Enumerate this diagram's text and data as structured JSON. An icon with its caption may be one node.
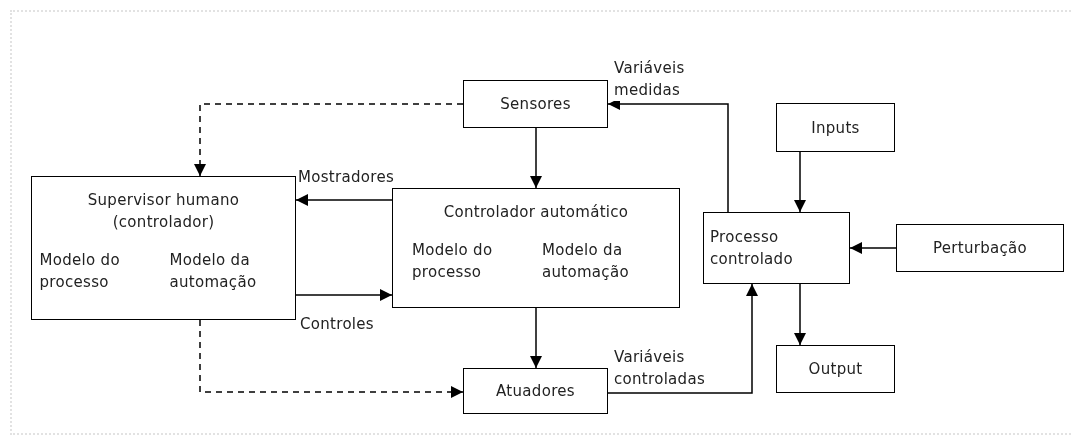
{
  "diagram": {
    "nodes": [
      {
        "text": [
          "Sensores"
        ]
      },
      {
        "text": [
          "Supervisor humano (controlador)",
          "Modelo do processo",
          "Modelo da automação"
        ]
      },
      {
        "text": [
          "Controlador automático",
          "Modelo do processo",
          "Modelo da automação"
        ]
      },
      {
        "text": [
          "Atuadores"
        ]
      },
      {
        "text": [
          "Inputs"
        ]
      },
      {
        "text": [
          "Processo controlado"
        ]
      },
      {
        "text": [
          "Perturbação"
        ]
      },
      {
        "text": [
          "Output"
        ]
      }
    ],
    "edges": [
      {
        "from": 0,
        "to": 1,
        "arrow": "to",
        "style": "dashed"
      },
      {
        "from": 0,
        "to": 2,
        "arrow": "to"
      },
      {
        "from": 2,
        "to": 1,
        "arrow": "to",
        "label": "Mostradores"
      },
      {
        "from": 1,
        "to": 2,
        "arrow": "to",
        "label": "Controles"
      },
      {
        "from": 1,
        "to": 3,
        "arrow": "to",
        "style": "dashed"
      },
      {
        "from": 2,
        "to": 3,
        "arrow": "to"
      },
      {
        "from": 3,
        "to": 5,
        "arrow": "to",
        "label": "Variáveis controladas"
      },
      {
        "from": 5,
        "to": 0,
        "arrow": "to",
        "label": "Variáveis medidas"
      },
      {
        "from": 4,
        "to": 5,
        "arrow": "to"
      },
      {
        "from": 6,
        "to": 5,
        "arrow": "to"
      },
      {
        "from": 5,
        "to": 7,
        "arrow": "to"
      }
    ]
  }
}
